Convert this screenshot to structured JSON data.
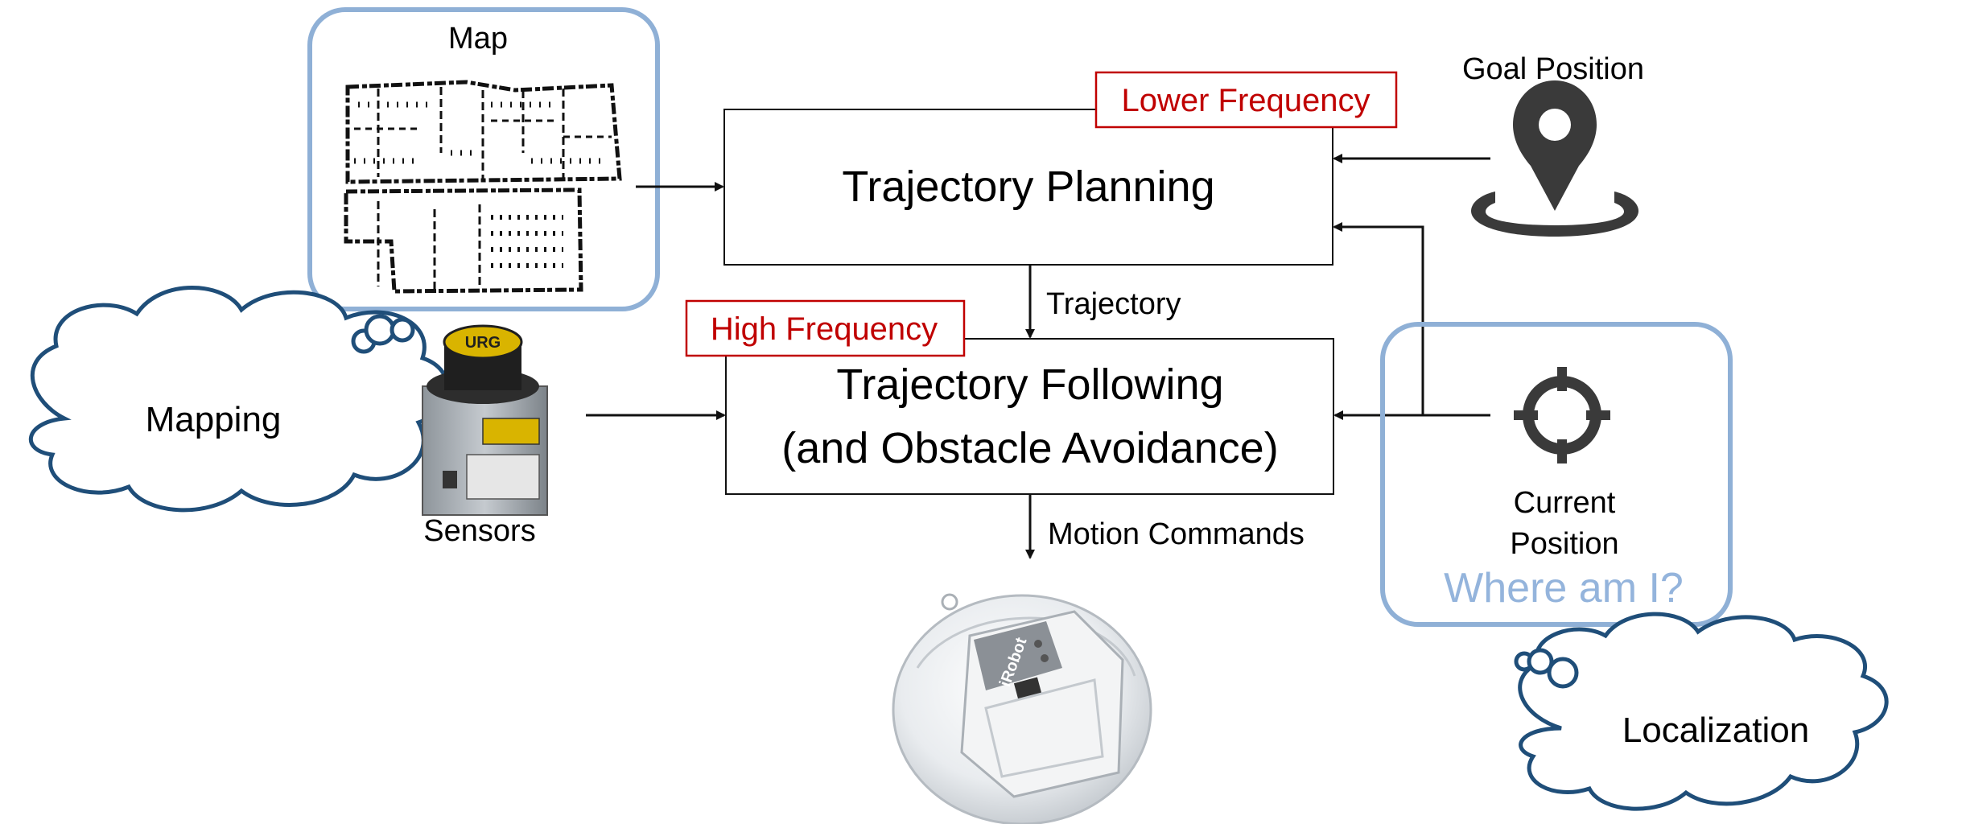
{
  "map_panel": {
    "label": "Map"
  },
  "planning": {
    "title": "Trajectory Planning",
    "frequency_tag": "Lower Frequency"
  },
  "following": {
    "title_line1": "Trajectory Following",
    "title_line2": "(and Obstacle Avoidance)",
    "frequency_tag": "High Frequency"
  },
  "edges": {
    "trajectory": "Trajectory",
    "motion_commands": "Motion Commands"
  },
  "goal": {
    "label": "Goal Position",
    "icon": "location-pin-icon"
  },
  "current": {
    "label_line1": "Current",
    "label_line2": "Position",
    "question": "Where am I?",
    "icon": "crosshair-icon"
  },
  "sensors": {
    "label": "Sensors"
  },
  "clouds": {
    "mapping": "Mapping",
    "localization": "Localization"
  },
  "robot": {
    "brand_text": "iRobot"
  },
  "sensor_device": {
    "brand_text": "URG"
  },
  "colors": {
    "frequency_text": "#c00000",
    "panel_border": "#8fb0d6",
    "cloud_stroke": "#1f4e79",
    "question_text": "#94b4dc",
    "icon_dark": "#3a3a3a"
  }
}
